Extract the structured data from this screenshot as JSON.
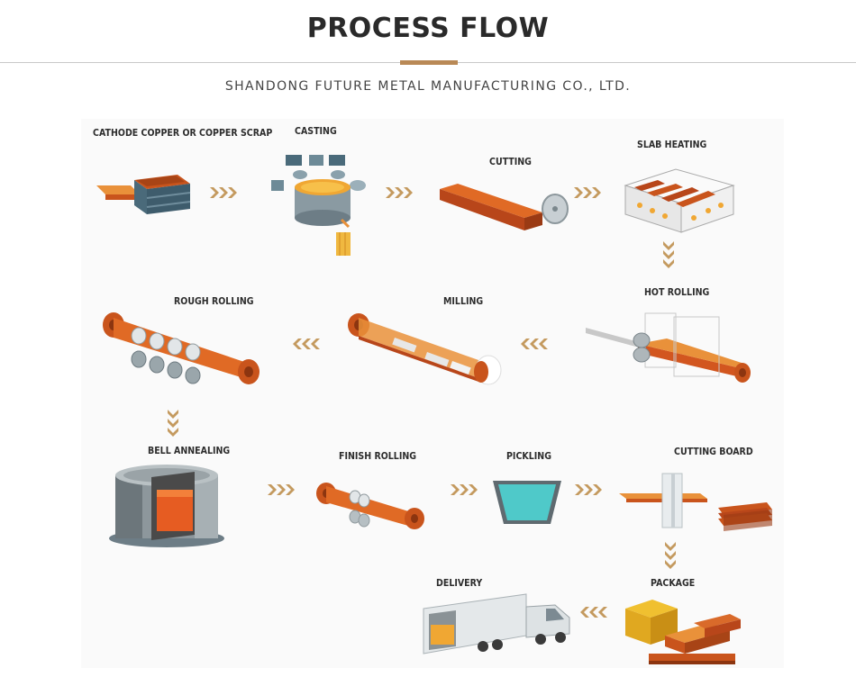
{
  "header": {
    "title": "PROCESS FLOW",
    "subtitle": "SHANDONG FUTURE METAL MANUFACTURING CO., LTD."
  },
  "colors": {
    "copper": "#c9541c",
    "copper_light": "#e9913a",
    "steel": "#6d7d86",
    "arrow": "#c49a5f",
    "accent": "#b98956",
    "liquid": "#4fc9c9"
  },
  "steps": [
    {
      "id": "cathode",
      "label": "CATHODE COPPER OR COPPER SCRAP"
    },
    {
      "id": "casting",
      "label": "CASTING"
    },
    {
      "id": "cutting",
      "label": "CUTTING"
    },
    {
      "id": "slab-heating",
      "label": "SLAB HEATING"
    },
    {
      "id": "hot-rolling",
      "label": "HOT ROLLING"
    },
    {
      "id": "milling",
      "label": "MILLING"
    },
    {
      "id": "rough-rolling",
      "label": "ROUGH ROLLING"
    },
    {
      "id": "bell-annealing",
      "label": "BELL ANNEALING"
    },
    {
      "id": "finish-rolling",
      "label": "FINISH ROLLING"
    },
    {
      "id": "pickling",
      "label": "PICKLING"
    },
    {
      "id": "cutting-board",
      "label": "CUTTING BOARD"
    },
    {
      "id": "package",
      "label": "PACKAGE"
    },
    {
      "id": "delivery",
      "label": "DELIVERY"
    }
  ],
  "arrow_icon": "triple-chevron-icon"
}
